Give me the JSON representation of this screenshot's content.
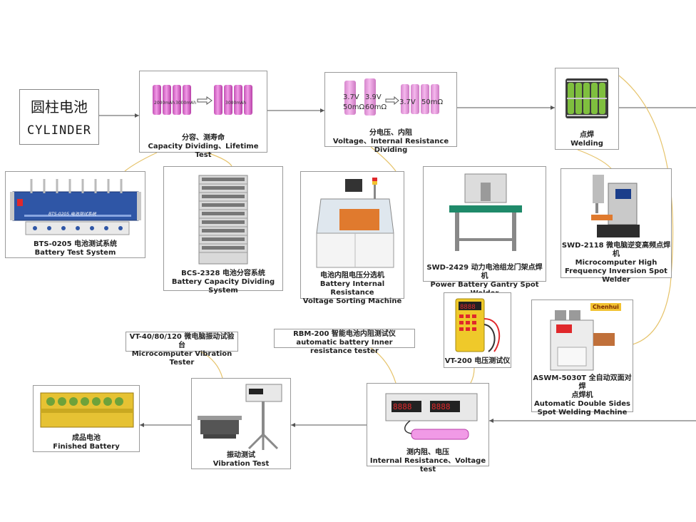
{
  "title": {
    "cn": "圆柱电池",
    "en": "CYLINDER"
  },
  "steps": {
    "capacity": {
      "cn": "分容、测寿命",
      "en": "Capacity Dividing、Lifetime Test",
      "cell1": "2000mAh",
      "cell2": "3000mAh",
      "cell3": "3000mAh"
    },
    "voltage": {
      "cn": "分电压、内阻",
      "en": "Voltage、Internal Resistance Dividing",
      "v1": "3.7V",
      "r1": "50mΩ",
      "v2": "3.9V",
      "r2": "60mΩ",
      "v3": "3.7V",
      "r3": "50mΩ"
    },
    "welding": {
      "cn": "点焊",
      "en": "Welding"
    },
    "resistance_test": {
      "cn": "测内阻、电压",
      "en": "Internal  Resistance、Voltage test"
    },
    "vibration_test": {
      "cn": "振动测试",
      "en": "Vibration Test"
    },
    "finished": {
      "cn": "成品电池",
      "en": "Finished Battery"
    }
  },
  "machines": {
    "bts": {
      "cn": "BTS-0205 电池测试系统",
      "en": "Battery Test System",
      "panel": "BTS-0205 电池测试系统"
    },
    "bcs": {
      "cn": "BCS-2328 电池分容系统",
      "en": "Battery Capacity Dividing System"
    },
    "sorter": {
      "cn": "电池内阻电压分选机",
      "en1": "Battery Internal Resistance",
      "en2": "Voltage Sorting Machine"
    },
    "swd2429": {
      "cn": "SWD-2429 动力电池组龙门架点焊机",
      "en": "Power Battery Gantry Spot Welder"
    },
    "swd2118": {
      "cn": "SWD-2118 微电脑逆变高频点焊机",
      "en1": "Microcomputer High",
      "en2": "Frequency Inversion Spot",
      "en3": "Welder"
    },
    "vt200": {
      "cn": "VT-200 电压测试仪"
    },
    "aswm": {
      "cn1": "ASWM-5030T 全自动双面对焊",
      "cn2": "点焊机",
      "en1": "Automatic Double Sides",
      "en2": "Spot Welding Machine",
      "brand": "Chenhui"
    },
    "rbm": {
      "cn": "RBM-200 智能电池内阻测试仪",
      "en": "automatic battery Inner resistance tester"
    },
    "vt40": {
      "cn": "VT-40/80/120 微电脑振动试验台",
      "en": "Microcomputer Vibration Tester"
    }
  },
  "colors": {
    "cell": "#e27bd6",
    "line": "#555555",
    "curve": "#e6c36a",
    "display": "#e0282b"
  }
}
